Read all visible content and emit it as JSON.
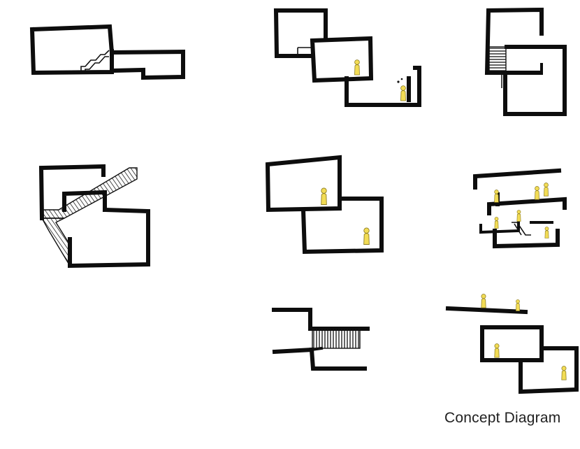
{
  "caption": "Concept Diagram",
  "colors": {
    "ink": "#0d0d0d",
    "figure_fill": "#f2dc55",
    "background": "#ffffff"
  },
  "sketches": [
    {
      "name": "two-volumes-with-stair"
    },
    {
      "name": "three-stepped-volumes-with-figures"
    },
    {
      "name": "offset-volumes-with-stair-core"
    },
    {
      "name": "interlocking-volumes-with-diagonal-stair"
    },
    {
      "name": "overlapping-rooms-with-figures"
    },
    {
      "name": "stacked-floors-with-figures"
    },
    {
      "name": "slab-section-with-stair"
    },
    {
      "name": "ground-line-and-overlapping-rooms"
    }
  ]
}
